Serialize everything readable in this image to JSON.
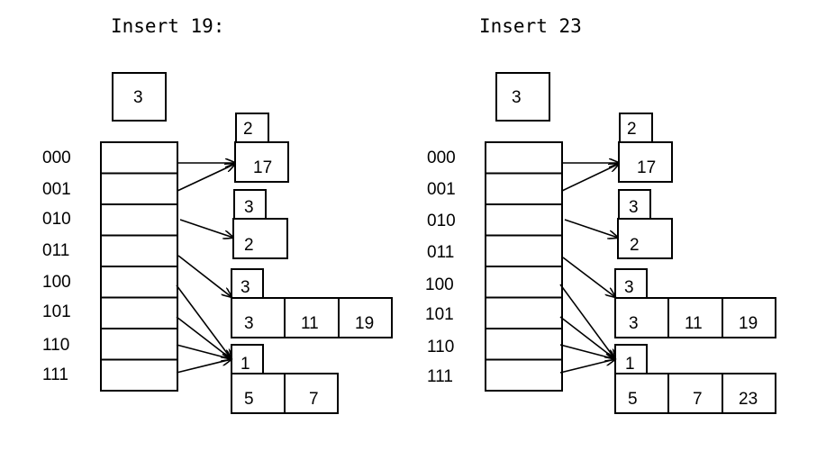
{
  "panels": [
    {
      "title": "Insert 19:",
      "global_depth": "3",
      "directory_labels": [
        "000",
        "001",
        "010",
        "011",
        "100",
        "101",
        "110",
        "111"
      ],
      "buckets": [
        {
          "local_depth": "2",
          "values": [
            "17"
          ]
        },
        {
          "local_depth": "3",
          "values": [
            "2"
          ]
        },
        {
          "local_depth": "3",
          "values": [
            "3",
            "11",
            "19"
          ]
        },
        {
          "local_depth": "1",
          "values": [
            "5",
            "7"
          ]
        }
      ],
      "pointers": [
        0,
        0,
        1,
        2,
        3,
        3,
        3,
        3
      ]
    },
    {
      "title": "Insert 23",
      "global_depth": "3",
      "directory_labels": [
        "000",
        "001",
        "010",
        "011",
        "100",
        "101",
        "110",
        "111"
      ],
      "buckets": [
        {
          "local_depth": "2",
          "values": [
            "17"
          ]
        },
        {
          "local_depth": "3",
          "values": [
            "2"
          ]
        },
        {
          "local_depth": "3",
          "values": [
            "3",
            "11",
            "19"
          ]
        },
        {
          "local_depth": "1",
          "values": [
            "5",
            "7",
            "23"
          ]
        }
      ],
      "pointers": [
        0,
        0,
        1,
        2,
        3,
        3,
        3,
        3
      ]
    }
  ]
}
